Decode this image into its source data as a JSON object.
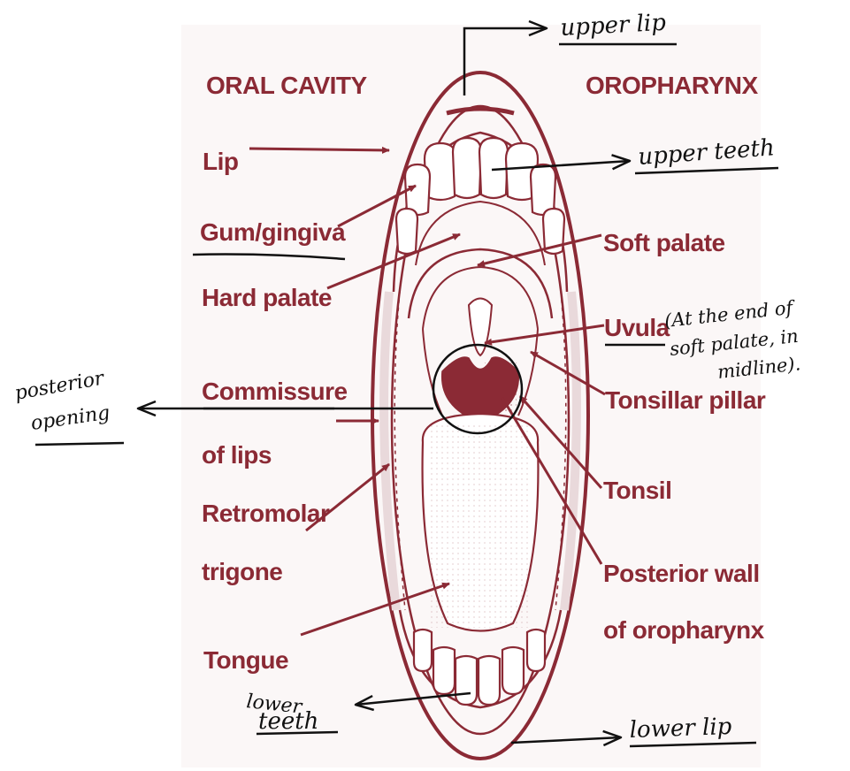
{
  "colors": {
    "diagram": "#8b2a35",
    "diagram_light": "#e9d9db",
    "ink": "#111111",
    "background": "#ffffff"
  },
  "headings": {
    "oral_cavity": "ORAL CAVITY",
    "oropharynx": "OROPHARYNX"
  },
  "printed_labels": {
    "lip": "Lip",
    "gum_gingiva": "Gum/gingiva",
    "hard_palate": "Hard palate",
    "commissure_line1": "Commissure",
    "commissure_line2": "of lips",
    "retromolar_line1": "Retromolar",
    "retromolar_line2": "trigone",
    "tongue": "Tongue",
    "soft_palate": "Soft palate",
    "uvula": "Uvula",
    "tonsillar_pillar": "Tonsillar pillar",
    "tonsil": "Tonsil",
    "posterior_wall_line1": "Posterior wall",
    "posterior_wall_line2": "of oropharynx"
  },
  "handwritten": {
    "upper_lip": "upper lip",
    "upper_teeth": "upper teeth",
    "uvula_note_line1": "(At the end of",
    "uvula_note_line2": "soft palate, in",
    "uvula_note_line3": "midline).",
    "posterior_opening_line1": "posterior",
    "posterior_opening_line2": "opening",
    "lower_teeth_line1": "lower",
    "lower_teeth_line2": "teeth",
    "lower_lip": "lower lip"
  }
}
